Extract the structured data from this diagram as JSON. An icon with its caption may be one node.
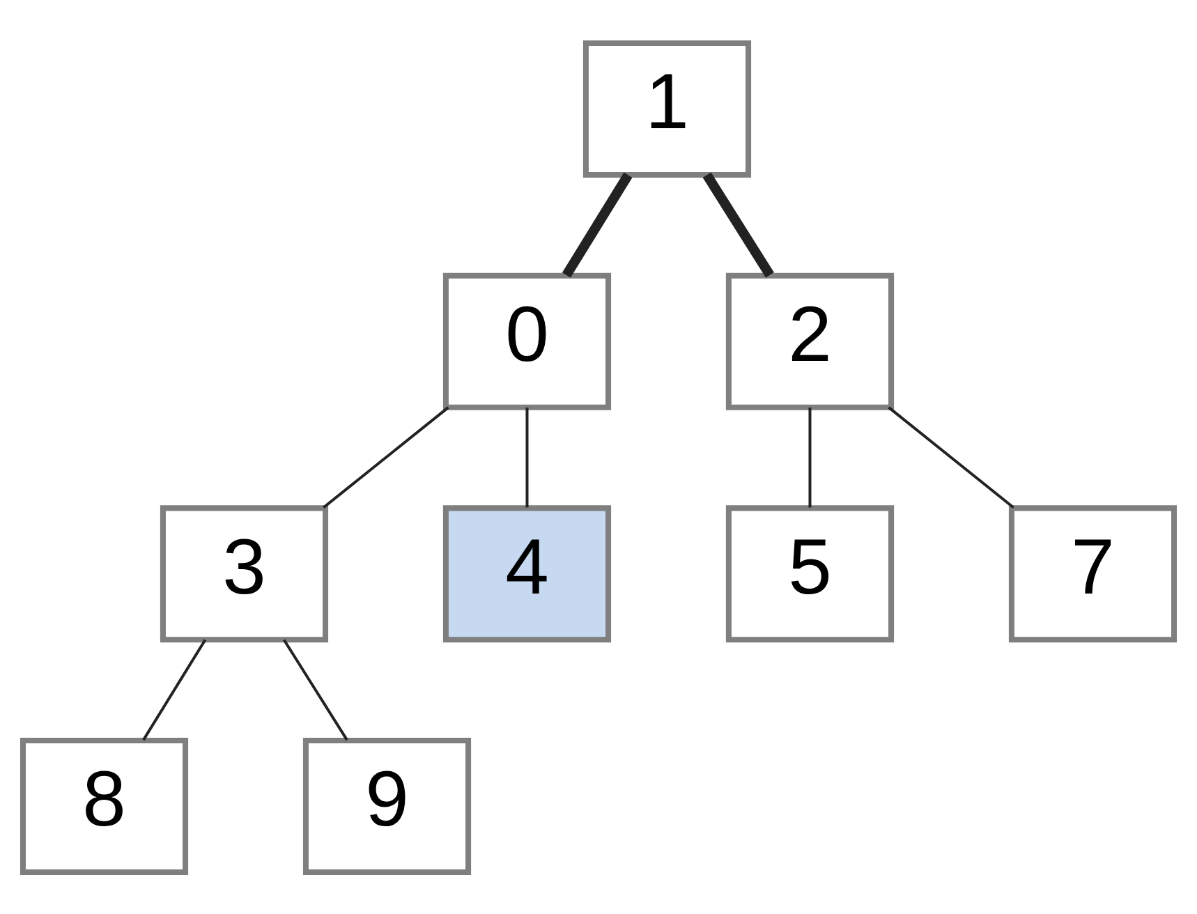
{
  "diagram": {
    "nodes": [
      {
        "text": [
          "1"
        ]
      },
      {
        "text": [
          "0"
        ]
      },
      {
        "text": [
          "2"
        ]
      },
      {
        "text": [
          "3"
        ]
      },
      {
        "text": [
          "4"
        ]
      },
      {
        "text": [
          "5"
        ]
      },
      {
        "text": [
          "7"
        ]
      },
      {
        "text": [
          "8"
        ]
      },
      {
        "text": [
          "9"
        ]
      }
    ],
    "edges": [
      {
        "from": 0,
        "to": 1,
        "arrow": "none",
        "style": "thick"
      },
      {
        "from": 0,
        "to": 2,
        "arrow": "none",
        "style": "thick"
      },
      {
        "from": 1,
        "to": 3,
        "arrow": "none"
      },
      {
        "from": 1,
        "to": 4,
        "arrow": "none"
      },
      {
        "from": 2,
        "to": 5,
        "arrow": "none"
      },
      {
        "from": 2,
        "to": 6,
        "arrow": "none"
      },
      {
        "from": 3,
        "to": 7,
        "arrow": "none"
      },
      {
        "from": 3,
        "to": 8,
        "arrow": "none"
      }
    ]
  }
}
